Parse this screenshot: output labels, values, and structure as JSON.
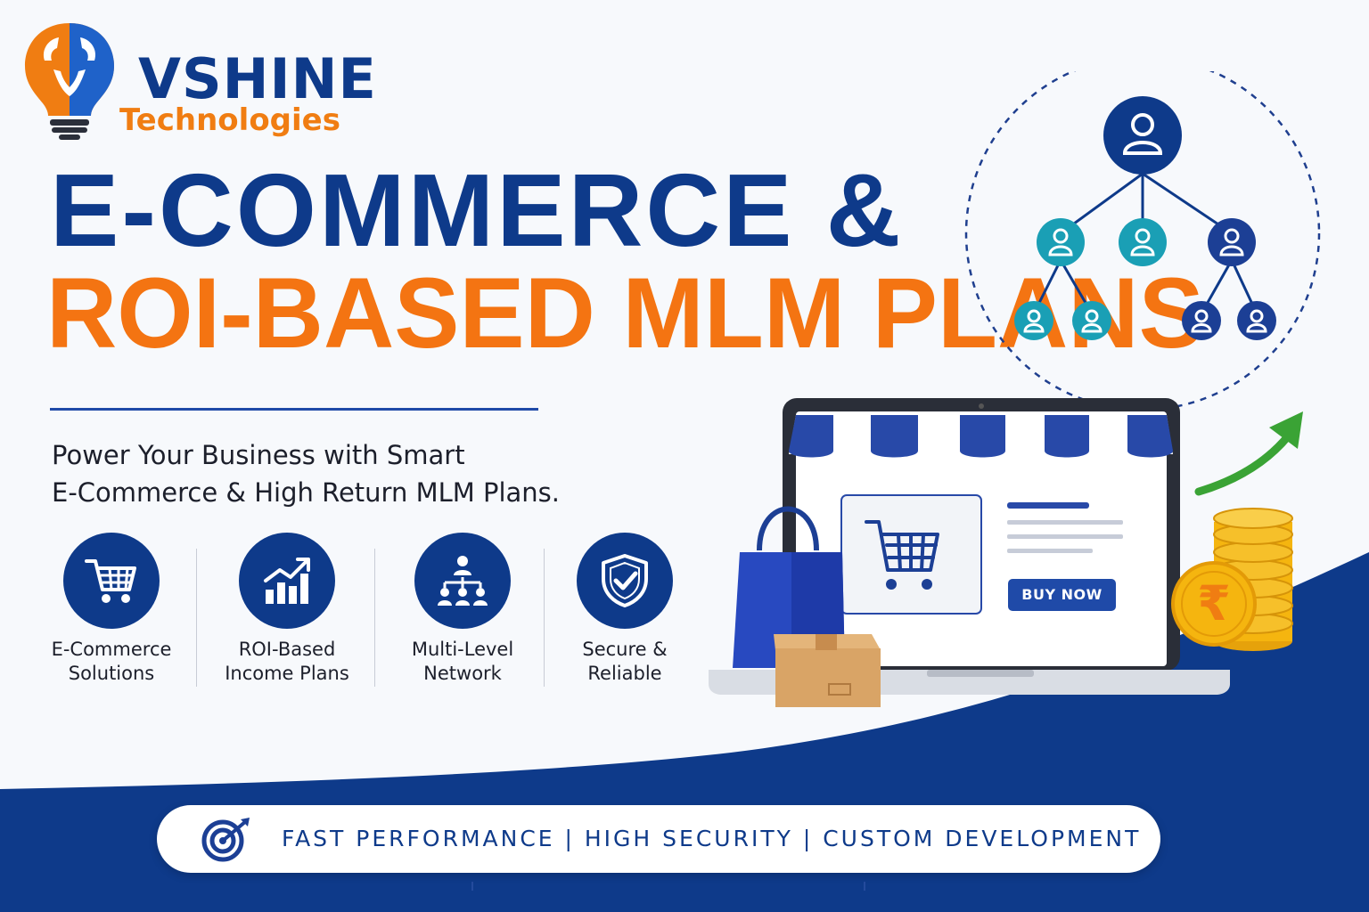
{
  "brand": {
    "name": "VSHINE",
    "subtitle": "Technologies"
  },
  "headline": {
    "line1": "E-COMMERCE &",
    "line2": "ROI-BASED MLM PLANS"
  },
  "tagline": {
    "line1": "Power Your Business with Smart",
    "line2": "E-Commerce & High Return MLM Plans."
  },
  "features": [
    {
      "icon": "shopping-cart-icon",
      "line1": "E-Commerce",
      "line2": "Solutions"
    },
    {
      "icon": "growth-chart-icon",
      "line1": "ROI-Based",
      "line2": "Income Plans"
    },
    {
      "icon": "network-icon",
      "line1": "Multi-Level",
      "line2": "Network"
    },
    {
      "icon": "shield-check-icon",
      "line1": "Secure &",
      "line2": "Reliable"
    }
  ],
  "illustration": {
    "buy_button": "BUY NOW",
    "currency_symbol": "₹"
  },
  "bottom_bar": {
    "icon": "target-icon",
    "text": "FAST PERFORMANCE | HIGH SECURITY |  CUSTOM DEVELOPMENT"
  },
  "colors": {
    "navy": "#0e3a8a",
    "orange": "#f47412",
    "teal": "#1a9fb5",
    "green_arrow": "#3aa335",
    "gold": "#f5b50f",
    "background": "#f7f9fc"
  }
}
